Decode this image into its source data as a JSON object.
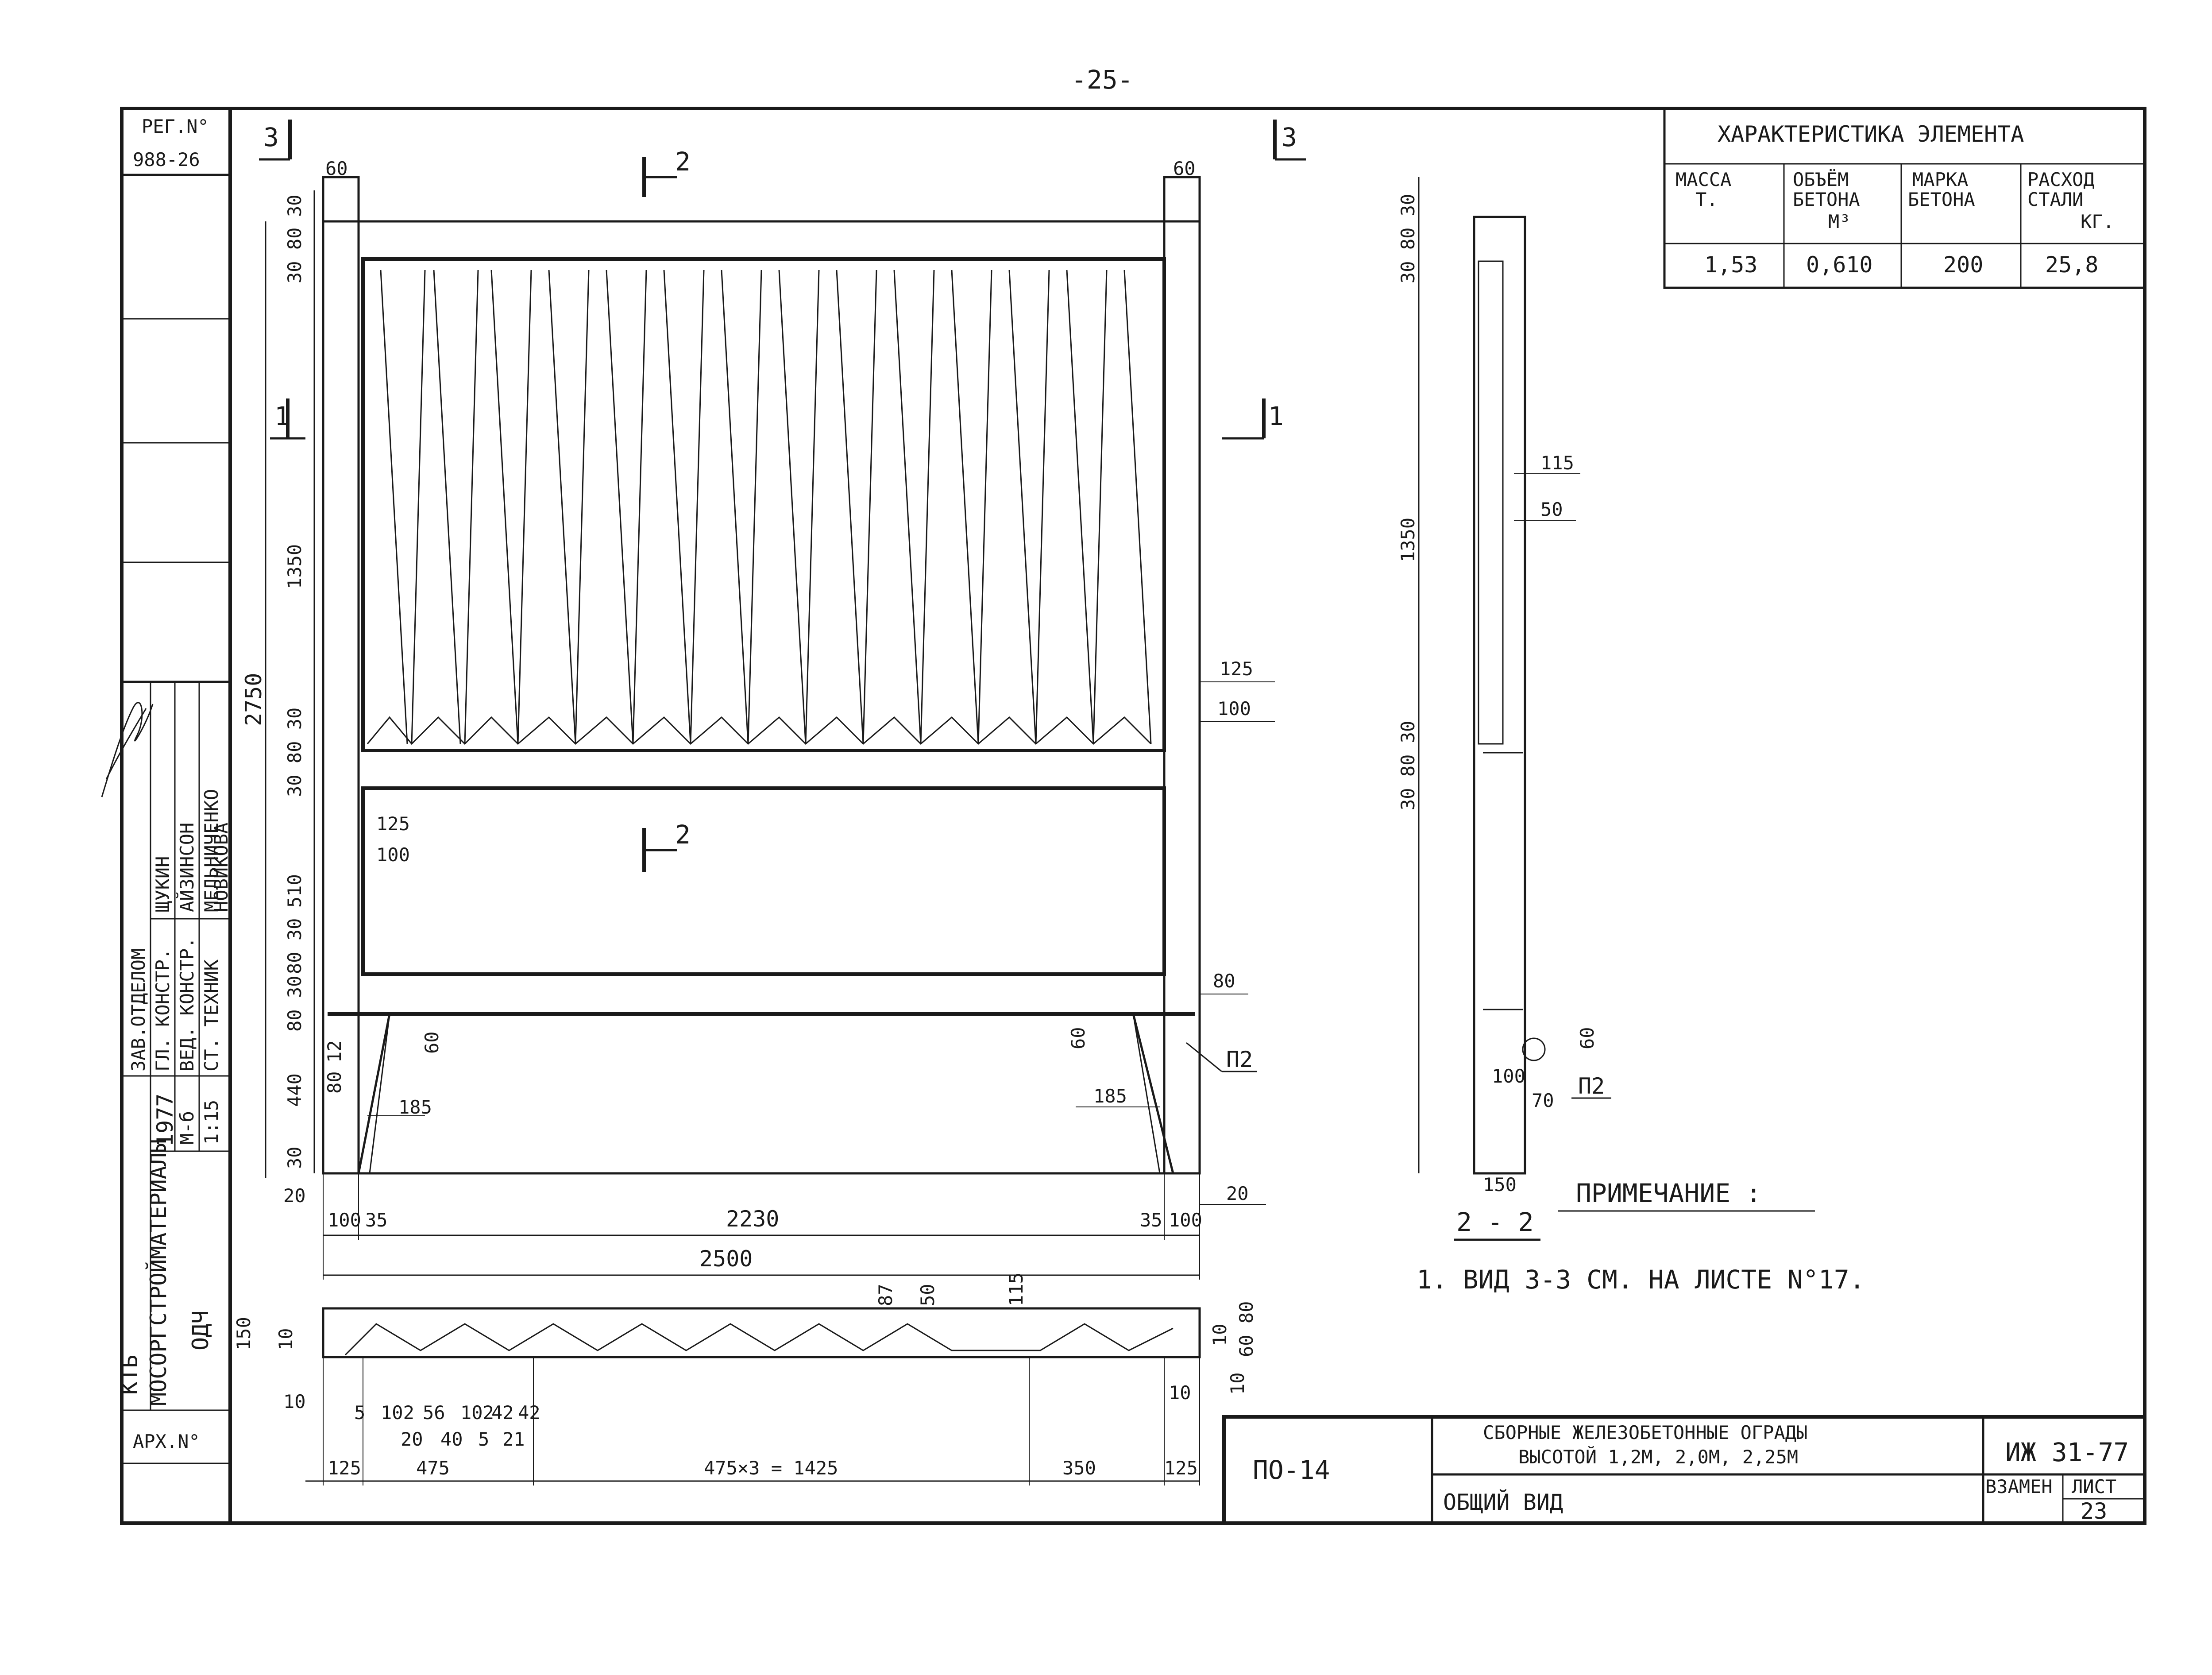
{
  "page_number": "-25-",
  "reg": {
    "label": "РЕГ.N°",
    "value": "988-26"
  },
  "stamp": {
    "roles": [
      "ЗАВ.ОТДЕЛОМ",
      "ГЛ. КОНСТР.",
      "ВЕД. КОНСТР.",
      "СТ. ТЕХНИК"
    ],
    "names": [
      "ЩУКИН",
      "АЙЗИНСОН",
      "МЕЛЬНИЧЕНКО",
      "НОВИКОВА"
    ],
    "year": "1977",
    "scales": [
      "М-б",
      "1:15"
    ],
    "org": [
      "КТБ",
      "МОСОРГСТРОЙМАТЕРИАЛЫ"
    ],
    "dept": "ОДЧ",
    "arch": "АРХ.N°"
  },
  "characteristics": {
    "title": "ХАРАКТЕРИСТИКА ЭЛЕМЕНТА",
    "headers": [
      [
        "МАССА",
        "Т."
      ],
      [
        "ОБЪЁМ",
        "БЕТОНА",
        "М³"
      ],
      [
        "МАРКА",
        "БЕТОНА"
      ],
      [
        "РАСХОД",
        "СТАЛИ",
        "КГ."
      ]
    ],
    "values": [
      "1,53",
      "0,610",
      "200",
      "25,8"
    ]
  },
  "markers": {
    "sec3": "3",
    "sec2": "2",
    "sec1": "1",
    "p2": "П2"
  },
  "section_title": "2 - 2",
  "note": {
    "title": "ПРИМЕЧАНИЕ :",
    "text": "1. ВИД   3-3 СМ.  НА ЛИСТЕ N°17."
  },
  "dims": {
    "top_60": "60",
    "left_v": [
      "30",
      "30 80",
      "1350",
      "30 80 30",
      "510",
      "80 30",
      "80 30",
      "440",
      "30",
      "20",
      "2750"
    ],
    "inner_125": "125",
    "inner_100": "100",
    "right_80": "80",
    "right_20": "20",
    "right_185": "185",
    "left_185": "185",
    "left_60": "60",
    "right_60": "60",
    "left_12": "12",
    "left_80": "80",
    "bottom": [
      "100",
      "35",
      "2230",
      "35",
      "100"
    ],
    "total": "2500",
    "plan_top": [
      "87",
      "50",
      "115"
    ],
    "plan_left": [
      "150",
      "10"
    ],
    "plan_right": [
      "10",
      "60 80",
      "10"
    ],
    "plan_small": [
      "5",
      "102",
      "56",
      "102",
      "42",
      "42",
      "20",
      "40",
      "5",
      "21"
    ],
    "plan_bottom": [
      "125",
      "475",
      "475×3 = 1425",
      "350",
      "125"
    ],
    "plan_10a": "10",
    "plan_10b": "10",
    "side_v": [
      "30 80 30",
      "1350",
      "30 80 30"
    ],
    "side_115": "115",
    "side_50": "50",
    "side_60": "60",
    "side_100": "100",
    "side_70": "70",
    "side_150": "150"
  },
  "title_block": {
    "code": "ПО-14",
    "title1": "СБОРНЫЕ  ЖЕЛЕЗОБЕТОННЫЕ  ОГРАДЫ",
    "title2": "ВЫСОТОЙ  1,2М, 2,0М, 2,25М",
    "subtitle": "ОБЩИЙ  ВИД",
    "doc": "ИЖ 31-77",
    "vzamen": "ВЗАМЕН",
    "list_label": "ЛИСТ",
    "list_no": "23"
  }
}
